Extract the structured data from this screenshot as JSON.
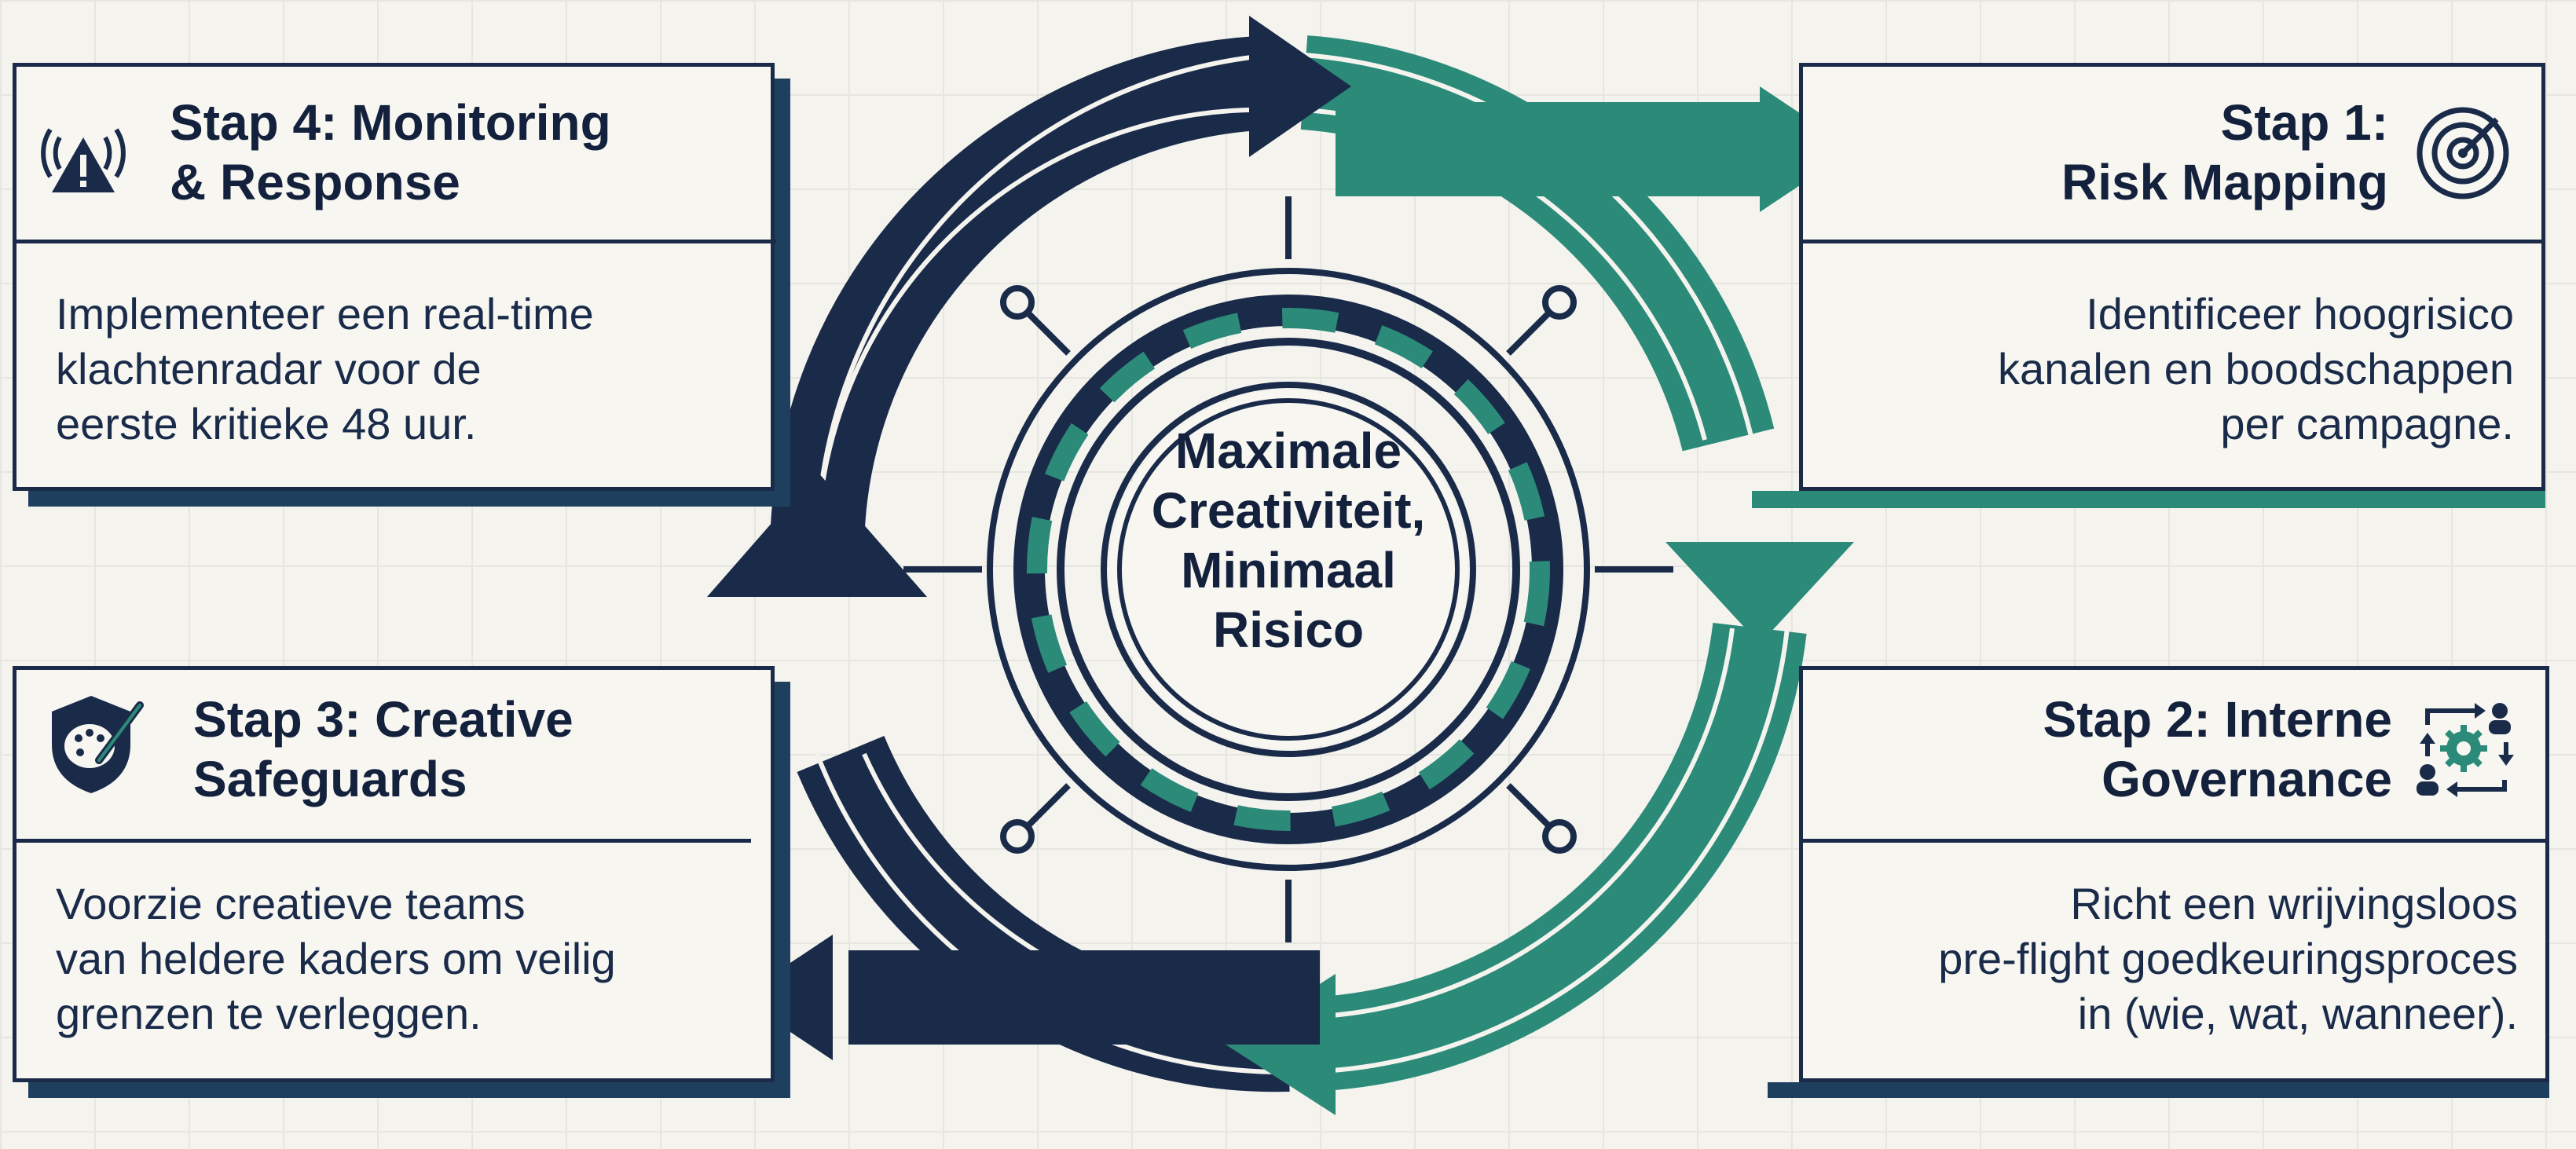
{
  "center": {
    "lines": [
      "Maximale",
      "Creativiteit,",
      "Minimaal",
      "Risico"
    ]
  },
  "steps": [
    {
      "title_lines": [
        "Stap 1:",
        "Risk Mapping"
      ],
      "desc_lines": [
        "Identificeer hoogrisico",
        "kanalen en boodschappen",
        "per campagne."
      ],
      "icon": "radar-icon"
    },
    {
      "title_lines": [
        "Stap 2: Interne",
        "Governance"
      ],
      "desc_lines": [
        "Richt een wrijvingsloos",
        "pre-flight goedkeuringsproces",
        "in (wie, wat, wanneer)."
      ],
      "icon": "workflow-gear-icon"
    },
    {
      "title_lines": [
        "Stap 3: Creative",
        "Safeguards"
      ],
      "desc_lines": [
        "Voorzie creatieve teams",
        "van heldere kaders om veilig",
        "grenzen te verleggen."
      ],
      "icon": "shield-palette-icon"
    },
    {
      "title_lines": [
        "Stap 4: Monitoring",
        "& Response"
      ],
      "desc_lines": [
        "Implementeer een real-time",
        "klachtenradar voor de",
        "eerste kritieke 48 uur."
      ],
      "icon": "alert-broadcast-icon"
    }
  ],
  "colors": {
    "navy": "#1a2b4a",
    "dark_blue": "#1f3f5e",
    "teal": "#2b8a78",
    "background": "#f4f3ee"
  }
}
